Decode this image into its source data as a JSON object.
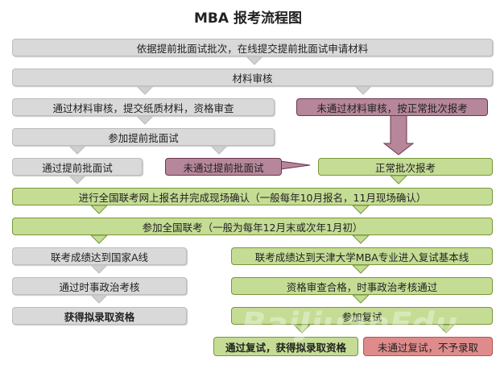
{
  "title": "MBA 报考流程图",
  "boxes": {
    "step1": "依据提前批面试批次，在线提交提前批面试申请材料",
    "step2": "材料审核",
    "pass_material": "通过材料审核，提交纸质材料，资格审查",
    "fail_material": "未通过材料审核，按正常批次报考",
    "attend_interview": "参加提前批面试",
    "pass_interview": "通过提前批面试",
    "fail_interview": "未通过提前批面试",
    "normal_batch": "正常批次报考",
    "register": "进行全国联考网上报名并完成现场确认（一般每年10月报名，11月现场确认）",
    "exam": "参加全国联考（一般为每年12月末或次年1月初）",
    "a_line": "联考成绩达到国家A线",
    "tju_line": "联考成绩达到天津大学MBA专业进入复试基本线",
    "politics": "通过时事政治考核",
    "qualified": "资格审查合格，时事政治考核通过",
    "admit_left": "获得拟录取资格",
    "retest": "参加复试",
    "pass_retest": "通过复试，获得拟录取资格",
    "fail_retest": "未通过复试，不予录取"
  },
  "watermark": "BaiJiuanEdu",
  "colors": {
    "gray": "#d9d9d9",
    "green": "#c5dc95",
    "mauve": "#b6879a",
    "red": "#df8b8b"
  }
}
